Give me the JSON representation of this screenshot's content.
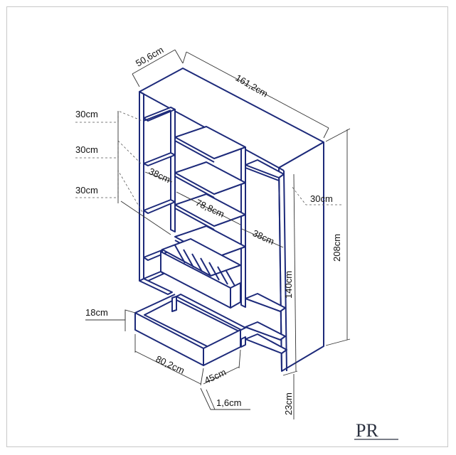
{
  "diagram": {
    "dimensions": {
      "depth_top": "50,6cm",
      "width_total": "161,2cm",
      "shelf_1": "30cm",
      "shelf_2": "30cm",
      "shelf_3": "30cm",
      "inner_depth_left": "38cm",
      "inner_width": "78,8cm",
      "inner_depth_right": "38cm",
      "side_shelf": "30cm",
      "height_total": "208cm",
      "drawer_section": "140cm",
      "drawer_height": "18cm",
      "drawer_width": "80,2cm",
      "drawer_depth": "45cm",
      "panel_thickness": "1,6cm",
      "plinth": "23cm"
    },
    "logo": {
      "text": "PR"
    }
  }
}
